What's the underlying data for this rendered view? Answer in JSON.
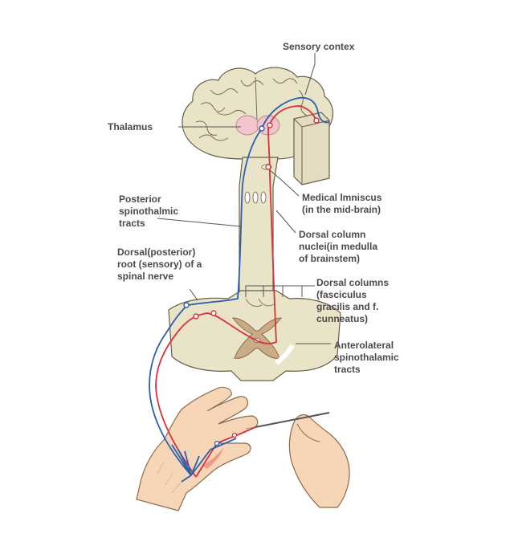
{
  "labels": {
    "sensory_cortex": "Sensory contex",
    "thalamus": "Thalamus",
    "medial_lemniscus": [
      "Medical lmniscus",
      "(in the mid-brain)"
    ],
    "posterior_spinothalamic": [
      "Posterior",
      "spinothalmic",
      "tracts"
    ],
    "dorsal_column_nuclei": [
      "Dorsal column",
      "nuclei(in medulla",
      "of brainstem)"
    ],
    "dorsal_root": [
      "Dorsal(posterior)",
      "root (sensory) of a",
      "spinal nerve"
    ],
    "dorsal_columns": [
      "Dorsal columns",
      "(fasciculus",
      "gracilis and f.",
      "cunneatus)"
    ],
    "anterolateral": [
      "Anterolateral",
      "spinothalamic",
      "tracts"
    ]
  },
  "colors": {
    "brain_tissue": "#e9e3c8",
    "thalamus": "#f3c4cc",
    "gray_matter": "#c9ab86",
    "skin": "#f6d6b6",
    "nerve_blue": "#2b5fb0",
    "nerve_red": "#d8333a"
  }
}
